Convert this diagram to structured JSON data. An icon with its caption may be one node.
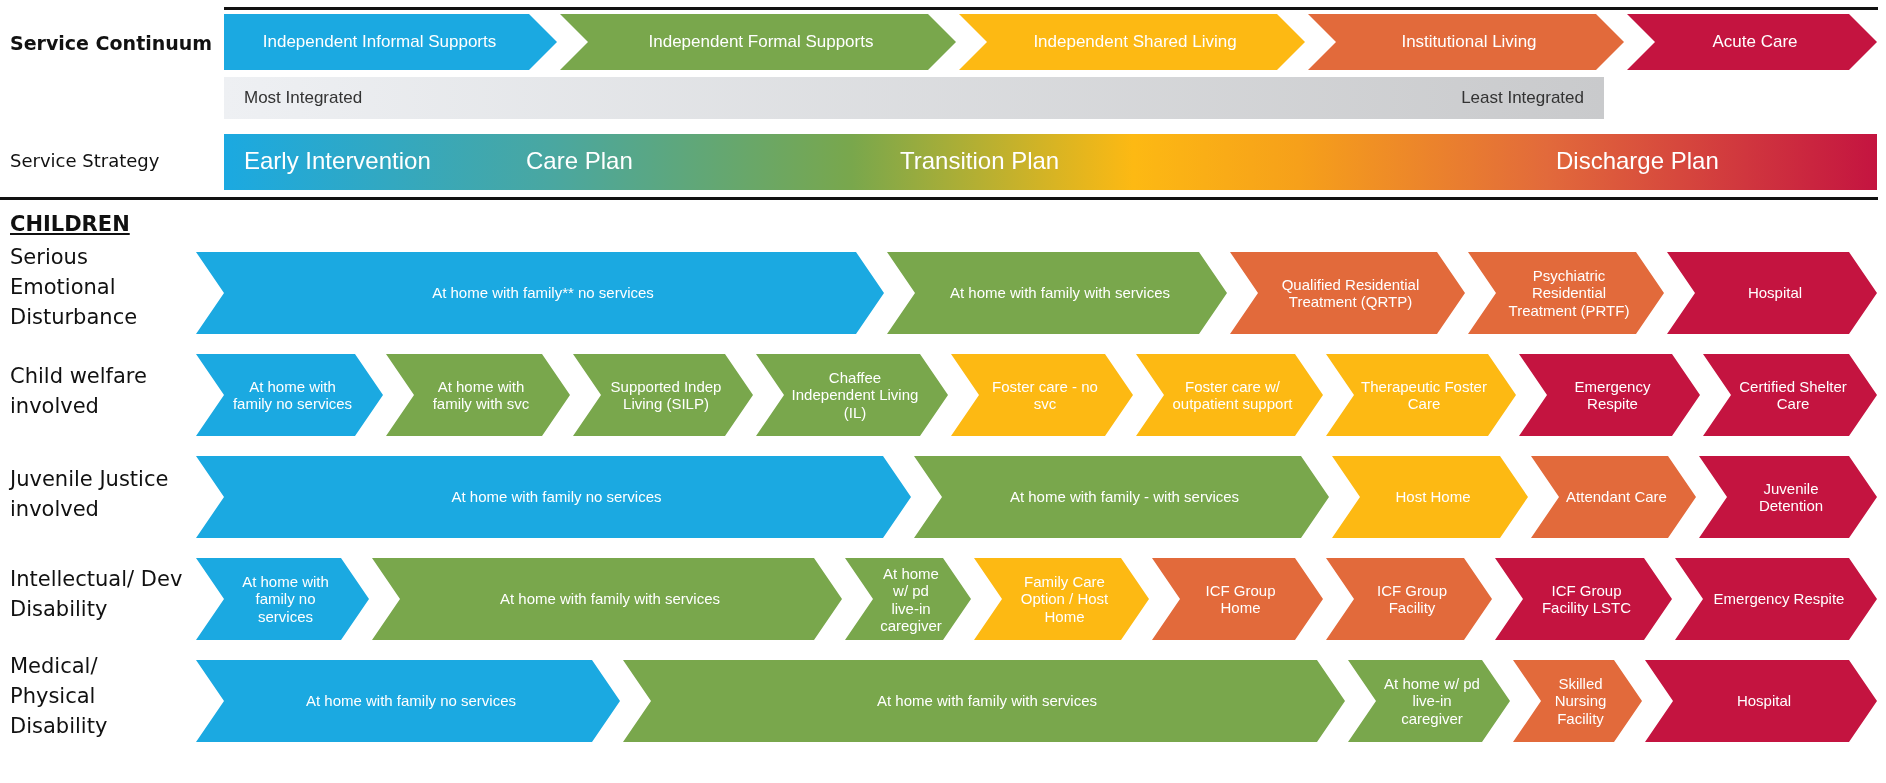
{
  "diagram": {
    "nodes": [
      {
        "text": [
          "Independent Informal Supports"
        ]
      },
      {
        "text": [
          "Independent Formal Supports"
        ]
      },
      {
        "text": [
          "Independent Shared Living"
        ]
      },
      {
        "text": [
          "Institutional Living"
        ]
      },
      {
        "text": [
          "Acute Care"
        ]
      },
      {
        "text": [
          "Most Integrated",
          "Least Integrated"
        ]
      },
      {
        "text": [
          "Early Intervention",
          "Care Plan",
          "Transition Plan",
          "Discharge Plan"
        ]
      },
      {
        "text": [
          "At home with family** no services"
        ]
      },
      {
        "text": [
          "At home with family with services"
        ]
      },
      {
        "text": [
          "Qualified Residential Treatment (QRTP)"
        ]
      },
      {
        "text": [
          "Psychiatric Residential Treatment (PRTF)"
        ]
      },
      {
        "text": [
          "Hospital"
        ]
      },
      {
        "text": [
          "At home with family no services"
        ]
      },
      {
        "text": [
          "At home with family with svc"
        ]
      },
      {
        "text": [
          "Supported Indep Living (SILP)"
        ]
      },
      {
        "text": [
          "Chaffee Independent Living (IL)"
        ]
      },
      {
        "text": [
          "Foster care - no svc"
        ]
      },
      {
        "text": [
          "Foster care w/ outpatient support"
        ]
      },
      {
        "text": [
          "Therapeutic Foster Care"
        ]
      },
      {
        "text": [
          "Emergency Respite"
        ]
      },
      {
        "text": [
          "Certified Shelter Care"
        ]
      },
      {
        "text": [
          "At home with family no services"
        ]
      },
      {
        "text": [
          "At home with family - with services"
        ]
      },
      {
        "text": [
          "Host Home"
        ]
      },
      {
        "text": [
          "Attendant Care"
        ]
      },
      {
        "text": [
          "Juvenile Detention"
        ]
      },
      {
        "text": [
          "At home with family no services"
        ]
      },
      {
        "text": [
          "At home with family with services"
        ]
      },
      {
        "text": [
          "At home w/ pd live-in caregiver"
        ]
      },
      {
        "text": [
          "Family Care Option / Host Home"
        ]
      },
      {
        "text": [
          "ICF Group Home"
        ]
      },
      {
        "text": [
          "ICF Group Facility"
        ]
      },
      {
        "text": [
          "ICF Group Facility LSTC"
        ]
      },
      {
        "text": [
          "Emergency Respite"
        ]
      },
      {
        "text": [
          "At home with family no services"
        ]
      },
      {
        "text": [
          "At home with family with services"
        ]
      },
      {
        "text": [
          "At home w/ pd live-in caregiver"
        ]
      },
      {
        "text": [
          "Skilled Nursing Facility"
        ]
      },
      {
        "text": [
          "Hospital"
        ]
      }
    ],
    "labels": [
      "Service Continuum",
      "Service Strategy",
      "CHILDREN",
      "Serious Emotional Disturbance",
      "Child welfare involved",
      "Juvenile Justice involved",
      "Intellectual/ Dev Disability",
      "Medical/ Physical Disability"
    ]
  }
}
